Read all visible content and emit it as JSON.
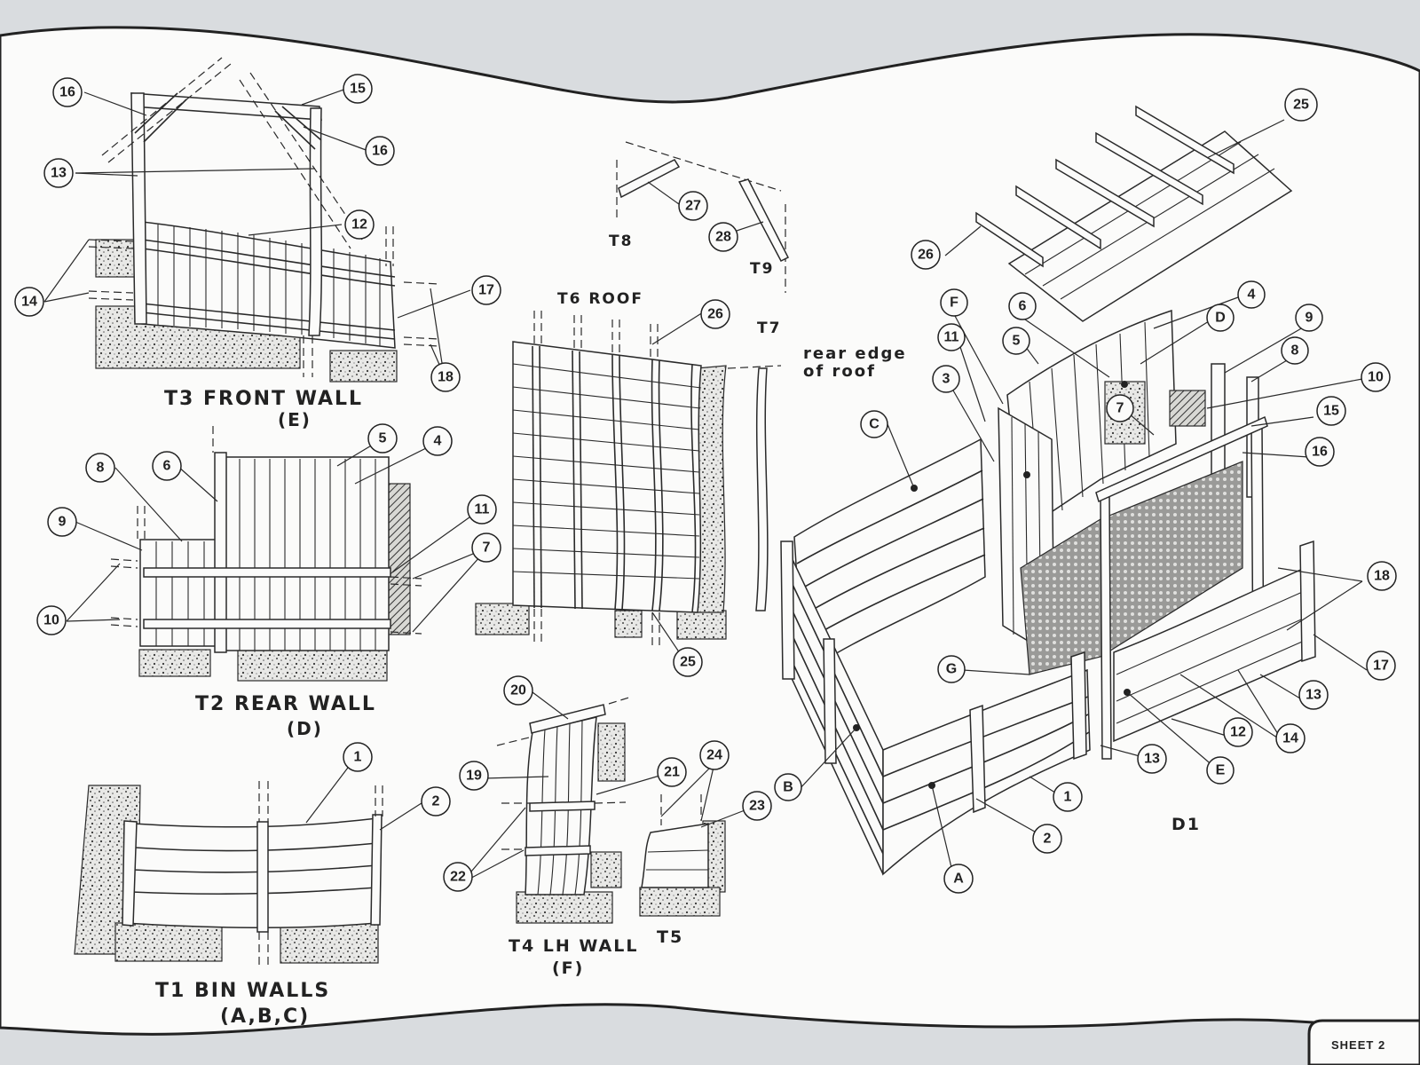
{
  "sheet": {
    "label": "SHEET 2"
  },
  "captions": {
    "t3_title": "T3 FRONT WALL",
    "t3_sub": "(E)",
    "t2_title": "T2 REAR WALL",
    "t2_sub": "(D)",
    "t1_title": "T1 BIN WALLS",
    "t1_sub": "(A,B,C)",
    "t4_title": "T4 LH WALL",
    "t4_sub": "(F)",
    "t5_title": "T5",
    "t6_title": "T6 ROOF",
    "t7_title": "T7",
    "t8_title": "T8",
    "t9_title": "T9",
    "rear_edge_1": "rear edge",
    "rear_edge_2": "of roof",
    "d1_title": "D1"
  },
  "callouts": {
    "c1": "1",
    "c2": "2",
    "c3": "3",
    "c4": "4",
    "c5": "5",
    "c6": "6",
    "c7": "7",
    "c8": "8",
    "c9": "9",
    "c10": "10",
    "c11": "11",
    "c12": "12",
    "c13": "13",
    "c14": "14",
    "c15": "15",
    "c16": "16",
    "c17": "17",
    "c18": "18",
    "c19": "19",
    "c20": "20",
    "c21": "21",
    "c22": "22",
    "c23": "23",
    "c24": "24",
    "c25": "25",
    "c26": "26",
    "c27": "27",
    "c28": "28",
    "cA": "A",
    "cB": "B",
    "cC": "C",
    "cD": "D",
    "cE": "E",
    "cF": "F",
    "cG": "G"
  },
  "colors": {
    "paper": "#fbfbfa",
    "ink": "#2a2a2a",
    "background": "#d9dcdf"
  }
}
